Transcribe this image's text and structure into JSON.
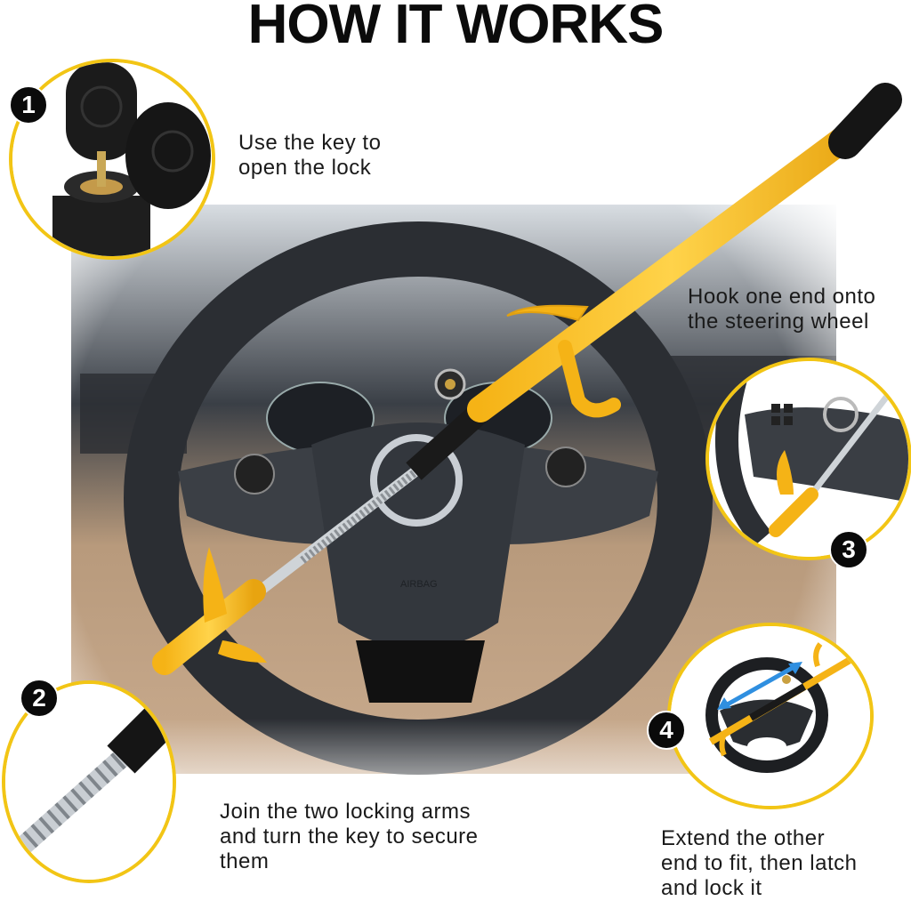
{
  "title": "HOW IT WORKS",
  "colors": {
    "accent_yellow": "#f2c515",
    "rod_yellow": "#f7b928",
    "badge_black": "#0a0a0a",
    "text": "#1a1a1a"
  },
  "steps": [
    {
      "number": "1",
      "text_lines": [
        "Use the key to",
        "open the lock"
      ],
      "image": "key-in-lock"
    },
    {
      "number": "2",
      "text_lines": [
        "Join the two locking arms",
        "and turn the key to secure",
        "them"
      ],
      "image": "serrated-locking-arm"
    },
    {
      "number": "3",
      "text_lines": [
        "Hook one end onto",
        "the steering wheel"
      ],
      "image": "hook-on-wheel"
    },
    {
      "number": "4",
      "text_lines": [
        "Extend the other",
        "end to fit, then latch",
        "and lock it"
      ],
      "image": "extended-lock-on-wheel"
    }
  ],
  "main_image": {
    "description": "Yellow steering wheel lock installed across car steering wheel",
    "airbag_label": "AIRBAG"
  }
}
